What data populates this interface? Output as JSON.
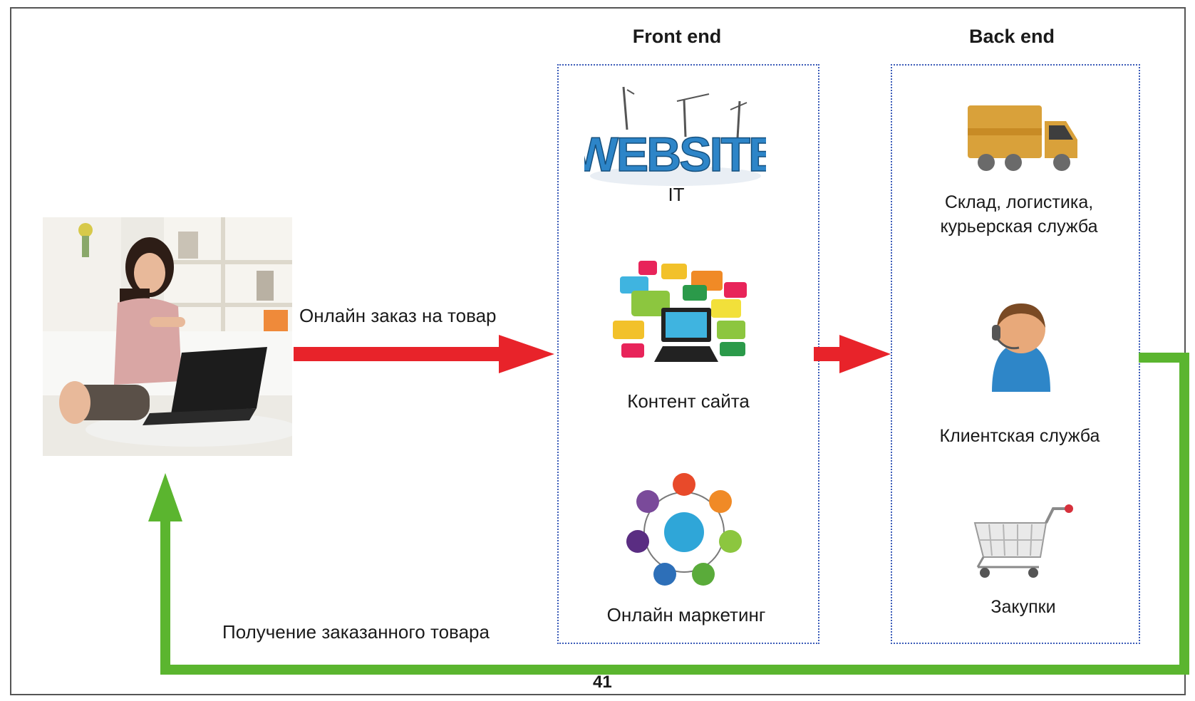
{
  "front_end": {
    "heading": "Front end",
    "items": [
      {
        "label": "IT",
        "icon": "website-construction-icon",
        "logo_text": "WEBSITE"
      },
      {
        "label": "Контент сайта",
        "icon": "speech-bubbles-computer-icon"
      },
      {
        "label": "Онлайн маркетинг",
        "icon": "marketing-cycle-icon"
      }
    ]
  },
  "back_end": {
    "heading": "Back end",
    "items": [
      {
        "label": "Склад, логистика, курьерская служба",
        "line1": "Склад, логистика,",
        "line2": "курьерская служба",
        "icon": "delivery-truck-icon"
      },
      {
        "label": "Клиентская служба",
        "icon": "support-operator-icon"
      },
      {
        "label": "Закупки",
        "icon": "shopping-cart-icon"
      }
    ]
  },
  "customer": {
    "icon": "customer-with-laptop-photo"
  },
  "arrows": {
    "order": {
      "label": "Онлайн заказ на товар",
      "color": "#e8232a"
    },
    "handoff": {
      "color": "#e8232a"
    },
    "delivery": {
      "label": "Получение заказанного товара",
      "color": "#5bb52f"
    }
  },
  "page_number": "41"
}
